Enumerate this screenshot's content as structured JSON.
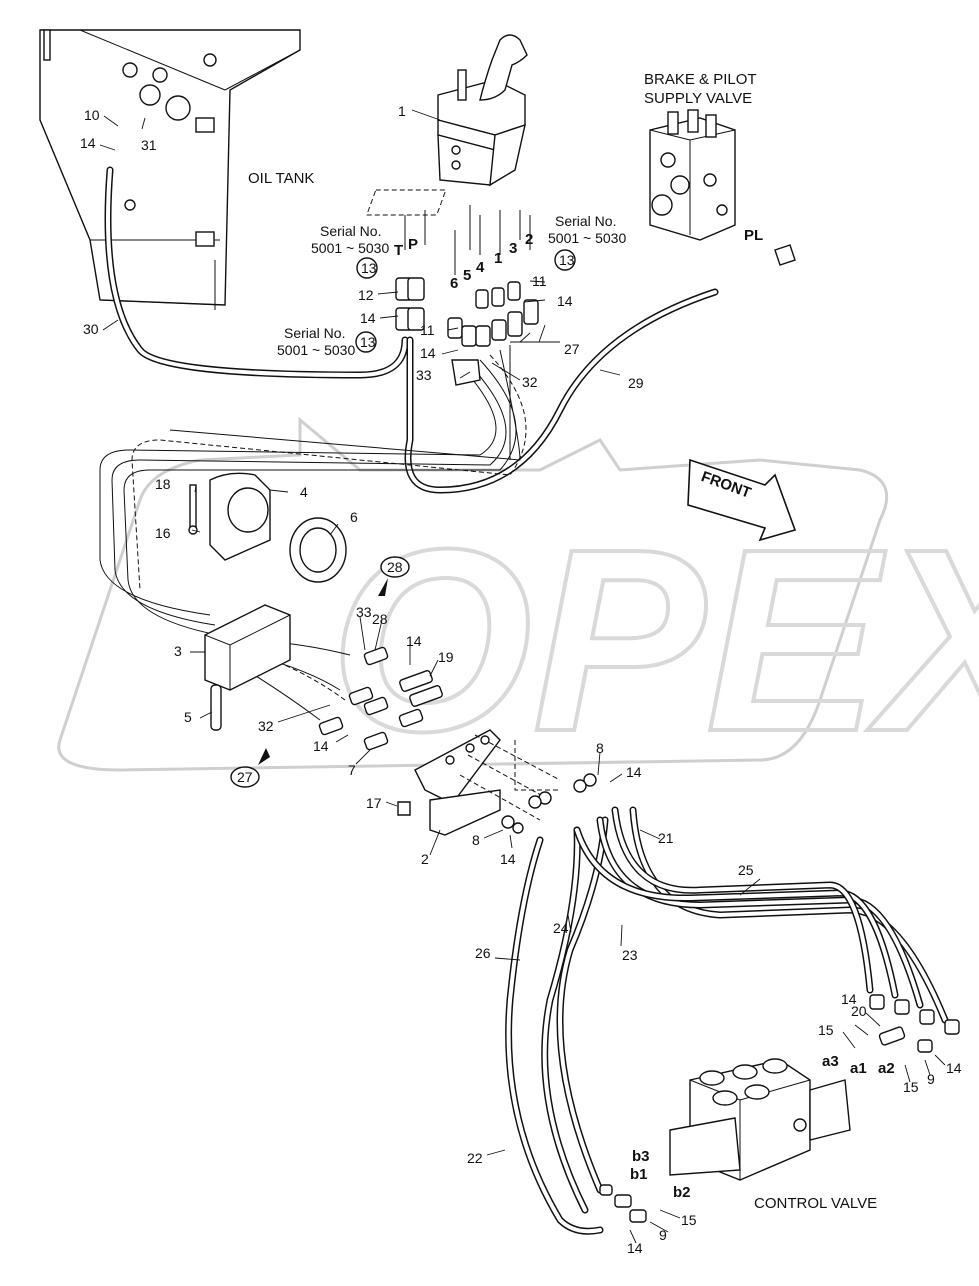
{
  "labels": {
    "oil_tank": "OIL TANK",
    "brake_valve_line1": "BRAKE & PILOT",
    "brake_valve_line2": "SUPPLY VALVE",
    "control_valve": "CONTROL VALVE",
    "front": "FRONT",
    "serial_prefix": "Serial No.",
    "serial_range": "5001 ~ 5030",
    "watermark": "OPEX"
  },
  "ports": [
    "T",
    "P",
    "6",
    "5",
    "4",
    "1",
    "3",
    "2",
    "PL",
    "a1",
    "a2",
    "a3",
    "b1",
    "b2",
    "b3"
  ],
  "part_numbers": [
    "1",
    "2",
    "3",
    "4",
    "5",
    "6",
    "7",
    "8",
    "9",
    "10",
    "11",
    "12",
    "13",
    "14",
    "15",
    "16",
    "17",
    "18",
    "19",
    "20",
    "21",
    "22",
    "23",
    "24",
    "25",
    "26",
    "27",
    "28",
    "29",
    "30",
    "31",
    "32",
    "33"
  ],
  "callouts": [
    {
      "id": "c1",
      "text": "1"
    },
    {
      "id": "c10",
      "text": "10"
    },
    {
      "id": "c14a",
      "text": "14"
    },
    {
      "id": "c31",
      "text": "31"
    },
    {
      "id": "c30",
      "text": "30"
    },
    {
      "id": "c13a",
      "text": "13"
    },
    {
      "id": "c12",
      "text": "12"
    },
    {
      "id": "c14b",
      "text": "14"
    },
    {
      "id": "c13b",
      "text": "13"
    },
    {
      "id": "c13c",
      "text": "13"
    },
    {
      "id": "c11a",
      "text": "11"
    },
    {
      "id": "c14c",
      "text": "14"
    },
    {
      "id": "c11b",
      "text": "11"
    },
    {
      "id": "c14d",
      "text": "14"
    },
    {
      "id": "c27a",
      "text": "27"
    },
    {
      "id": "c33a",
      "text": "33"
    },
    {
      "id": "c32a",
      "text": "32"
    },
    {
      "id": "c29",
      "text": "29"
    },
    {
      "id": "c18",
      "text": "18"
    },
    {
      "id": "c4",
      "text": "4"
    },
    {
      "id": "c16",
      "text": "16"
    },
    {
      "id": "c6",
      "text": "6"
    },
    {
      "id": "c28circ",
      "text": "28"
    },
    {
      "id": "c33b",
      "text": "33"
    },
    {
      "id": "c28",
      "text": "28"
    },
    {
      "id": "c14e",
      "text": "14"
    },
    {
      "id": "c19",
      "text": "19"
    },
    {
      "id": "c3",
      "text": "3"
    },
    {
      "id": "c5",
      "text": "5"
    },
    {
      "id": "c32b",
      "text": "32"
    },
    {
      "id": "c14f",
      "text": "14"
    },
    {
      "id": "c7",
      "text": "7"
    },
    {
      "id": "c27circ",
      "text": "27"
    },
    {
      "id": "c17",
      "text": "17"
    },
    {
      "id": "c2",
      "text": "2"
    },
    {
      "id": "c8a",
      "text": "8"
    },
    {
      "id": "c14g",
      "text": "14"
    },
    {
      "id": "c8b",
      "text": "8"
    },
    {
      "id": "c14h",
      "text": "14"
    },
    {
      "id": "c21",
      "text": "21"
    },
    {
      "id": "c25",
      "text": "25"
    },
    {
      "id": "c24",
      "text": "24"
    },
    {
      "id": "c23",
      "text": "23"
    },
    {
      "id": "c26",
      "text": "26"
    },
    {
      "id": "c20",
      "text": "20"
    },
    {
      "id": "c14i",
      "text": "14"
    },
    {
      "id": "c15a",
      "text": "15"
    },
    {
      "id": "c14j",
      "text": "14"
    },
    {
      "id": "c15b",
      "text": "15"
    },
    {
      "id": "c9a",
      "text": "9"
    },
    {
      "id": "c22",
      "text": "22"
    },
    {
      "id": "c15c",
      "text": "15"
    },
    {
      "id": "c14k",
      "text": "14"
    },
    {
      "id": "c9b",
      "text": "9"
    }
  ],
  "icons": [
    "circle-callout-icon",
    "arrow-callout-icon",
    "front-arrow-icon"
  ]
}
